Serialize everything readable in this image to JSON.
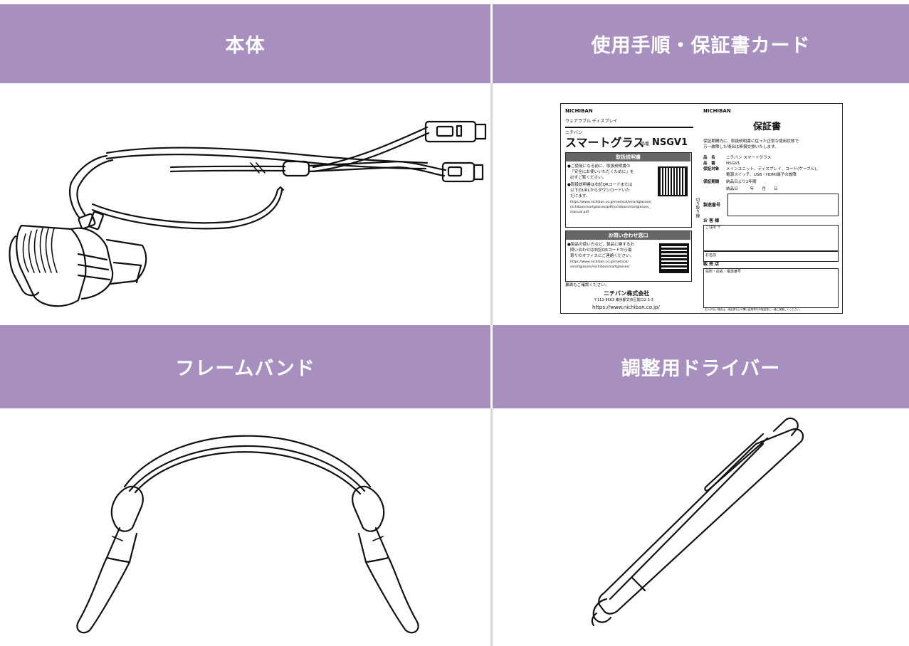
{
  "headers": {
    "body": "本体",
    "card": "使用手順・保証書カード",
    "frameband": "フレームバンド",
    "driver": "調整用ドライバー"
  },
  "card": {
    "left": {
      "brand": "NICHIBAN",
      "category": "ウェアラブル ディスプレイ",
      "maker": "ニチバン",
      "product": "スマートグラス",
      "model_label": "品番",
      "model": "NSGV1",
      "manual_title": "取扱説明書",
      "manual_line1": "●ご使用になる前に、取扱説明書の",
      "manual_line2": "「安全にお使いいただくために」を",
      "manual_line3": "必ずご覧ください。",
      "manual_line4": "●取扱説明書は右記QRコードまたは",
      "manual_line5": "以下のURLからダウンロードいた",
      "manual_line6": "だけます。",
      "manual_url1": "https://www.nichiban.co.jp/medical/smartglasses/",
      "manual_url2": "nichibansmartglasses/pdf/nichibansmartglasses_",
      "manual_url3": "manual.pdf",
      "contact_title": "お問い合わせ窓口",
      "contact_line1": "●製品の使い方など、製品に関するお",
      "contact_line2": "問い合わせは右記QRコードから最",
      "contact_line3": "寄りのオフィスにご連絡ください。",
      "contact_url1": "https://www.nichiban.co.jp/medical/",
      "contact_url2": "smartglasses/nichibansmartglasses/",
      "back_note": "裏面もご確認ください。",
      "company": "ニチバン株式会社",
      "address": "〒112-8663 東京都文京区関口2-3-3",
      "website": "https://www.nichiban.co.jp/",
      "cut_line": "切り取り線"
    },
    "right": {
      "brand": "NICHIBAN",
      "title": "保証書",
      "intro1": "保証期間内に、取扱説明書に従った正常な使用状態で",
      "intro2": "万一故障した場合は無償交換いたします。",
      "name_label": "品　名",
      "name_value": "ニチバン スマートグラス",
      "model_label": "品　番",
      "model_value": "NSGV1",
      "scope_label": "保証対象",
      "scope_value1": "メインユニット、ディスプレイ、コード(ケーブル)、",
      "scope_value2": "電源スイッチ、USB・HDMI端子の故障",
      "period_label": "保証期間",
      "period_value": "納品日より2年間",
      "date_label": "納品日　　　年　　月　　日",
      "serial_label": "製造番号",
      "customer_label": "お 客 様",
      "address_label": "ご住所 〒",
      "name_field": "お名前",
      "store_label": "販 売 店",
      "store_field": "住所・店名・電話番号",
      "footer": "記入がない場合は、納品書などの購入証明書を本保証書と一緒に保管してください。"
    }
  },
  "icons": {
    "device": "smart-glasses-device-drawing",
    "band": "frame-band-drawing",
    "driver": "adjustment-driver-drawing"
  }
}
